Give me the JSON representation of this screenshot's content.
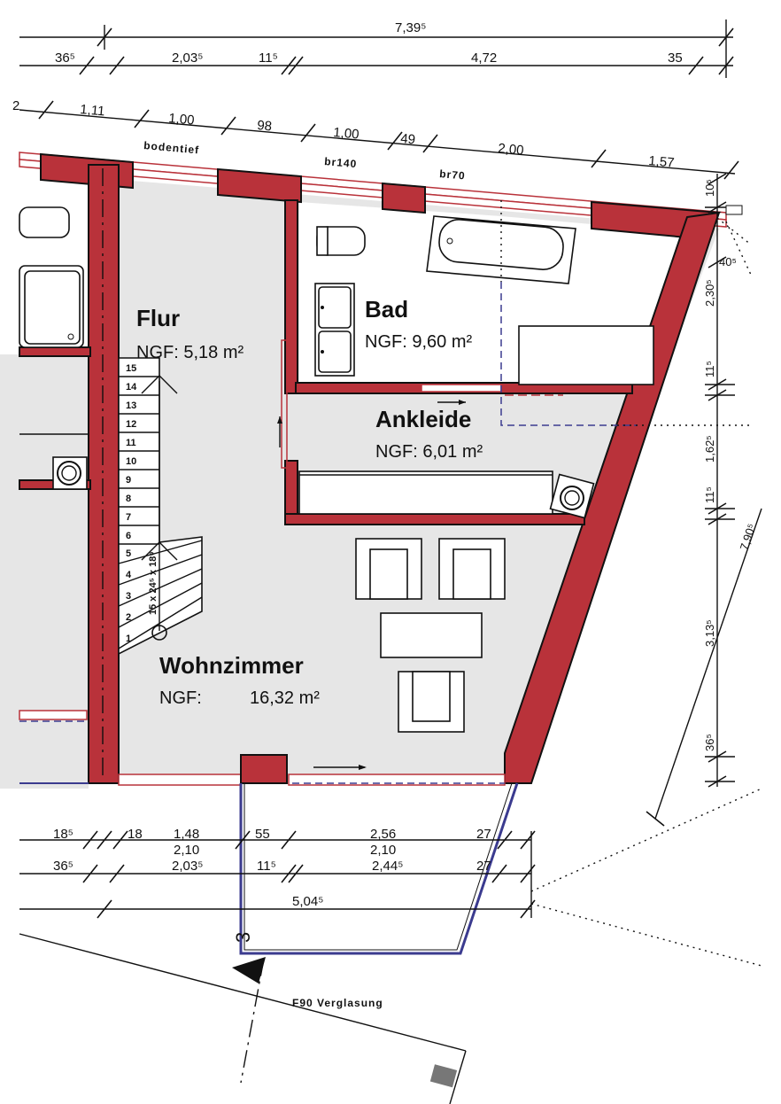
{
  "dimensions": {
    "top_overall": "7,39⁵",
    "top_row2": [
      "36⁵",
      "2,03⁵",
      "11⁵",
      "4,72",
      "35"
    ],
    "slant_row": [
      "1,11",
      "1,00",
      "98",
      "1,00",
      "49",
      "2,00",
      "1,57"
    ],
    "right_col": [
      "10⁵",
      "40⁵",
      "2,30⁵",
      "11⁵",
      "1,62⁵",
      "11⁵",
      "3,13⁵",
      "36⁵"
    ],
    "right_diag": "7,90⁵",
    "bottom_row1": [
      "18⁵",
      "18",
      "1,48",
      "55",
      "2,56",
      "27"
    ],
    "bottom_row1_sub": [
      "2,10",
      "2,10"
    ],
    "bottom_row2": [
      "36⁵",
      "2,03⁵",
      "11⁵",
      "2,44⁵",
      "27"
    ],
    "bottom_overall": "5,04⁵",
    "left_partial": "2"
  },
  "labels": {
    "bodentief": "bodentief",
    "br140": "br140",
    "br70": "br70",
    "glazing": "F90 Verglasung",
    "section_marker": "3",
    "stair_spec": "15 x 24⁵ x 18⁹"
  },
  "rooms": [
    {
      "name": "Flur",
      "area": "NGF: 5,18 m²"
    },
    {
      "name": "Bad",
      "area": "NGF: 9,60 m²"
    },
    {
      "name": "Ankleide",
      "area": "NGF: 6,01 m²"
    },
    {
      "name": "Wohnzimmer",
      "area_prefix": "NGF:",
      "area_value": "16,32 m²"
    }
  ],
  "stair_steps": [
    "1",
    "2",
    "3",
    "4",
    "5",
    "6",
    "7",
    "8",
    "9",
    "10",
    "11",
    "12",
    "13",
    "14",
    "15"
  ],
  "colors": {
    "wall": "#b9323a",
    "floor": "#e6e6e6",
    "dashed": "#3b3b8f"
  }
}
